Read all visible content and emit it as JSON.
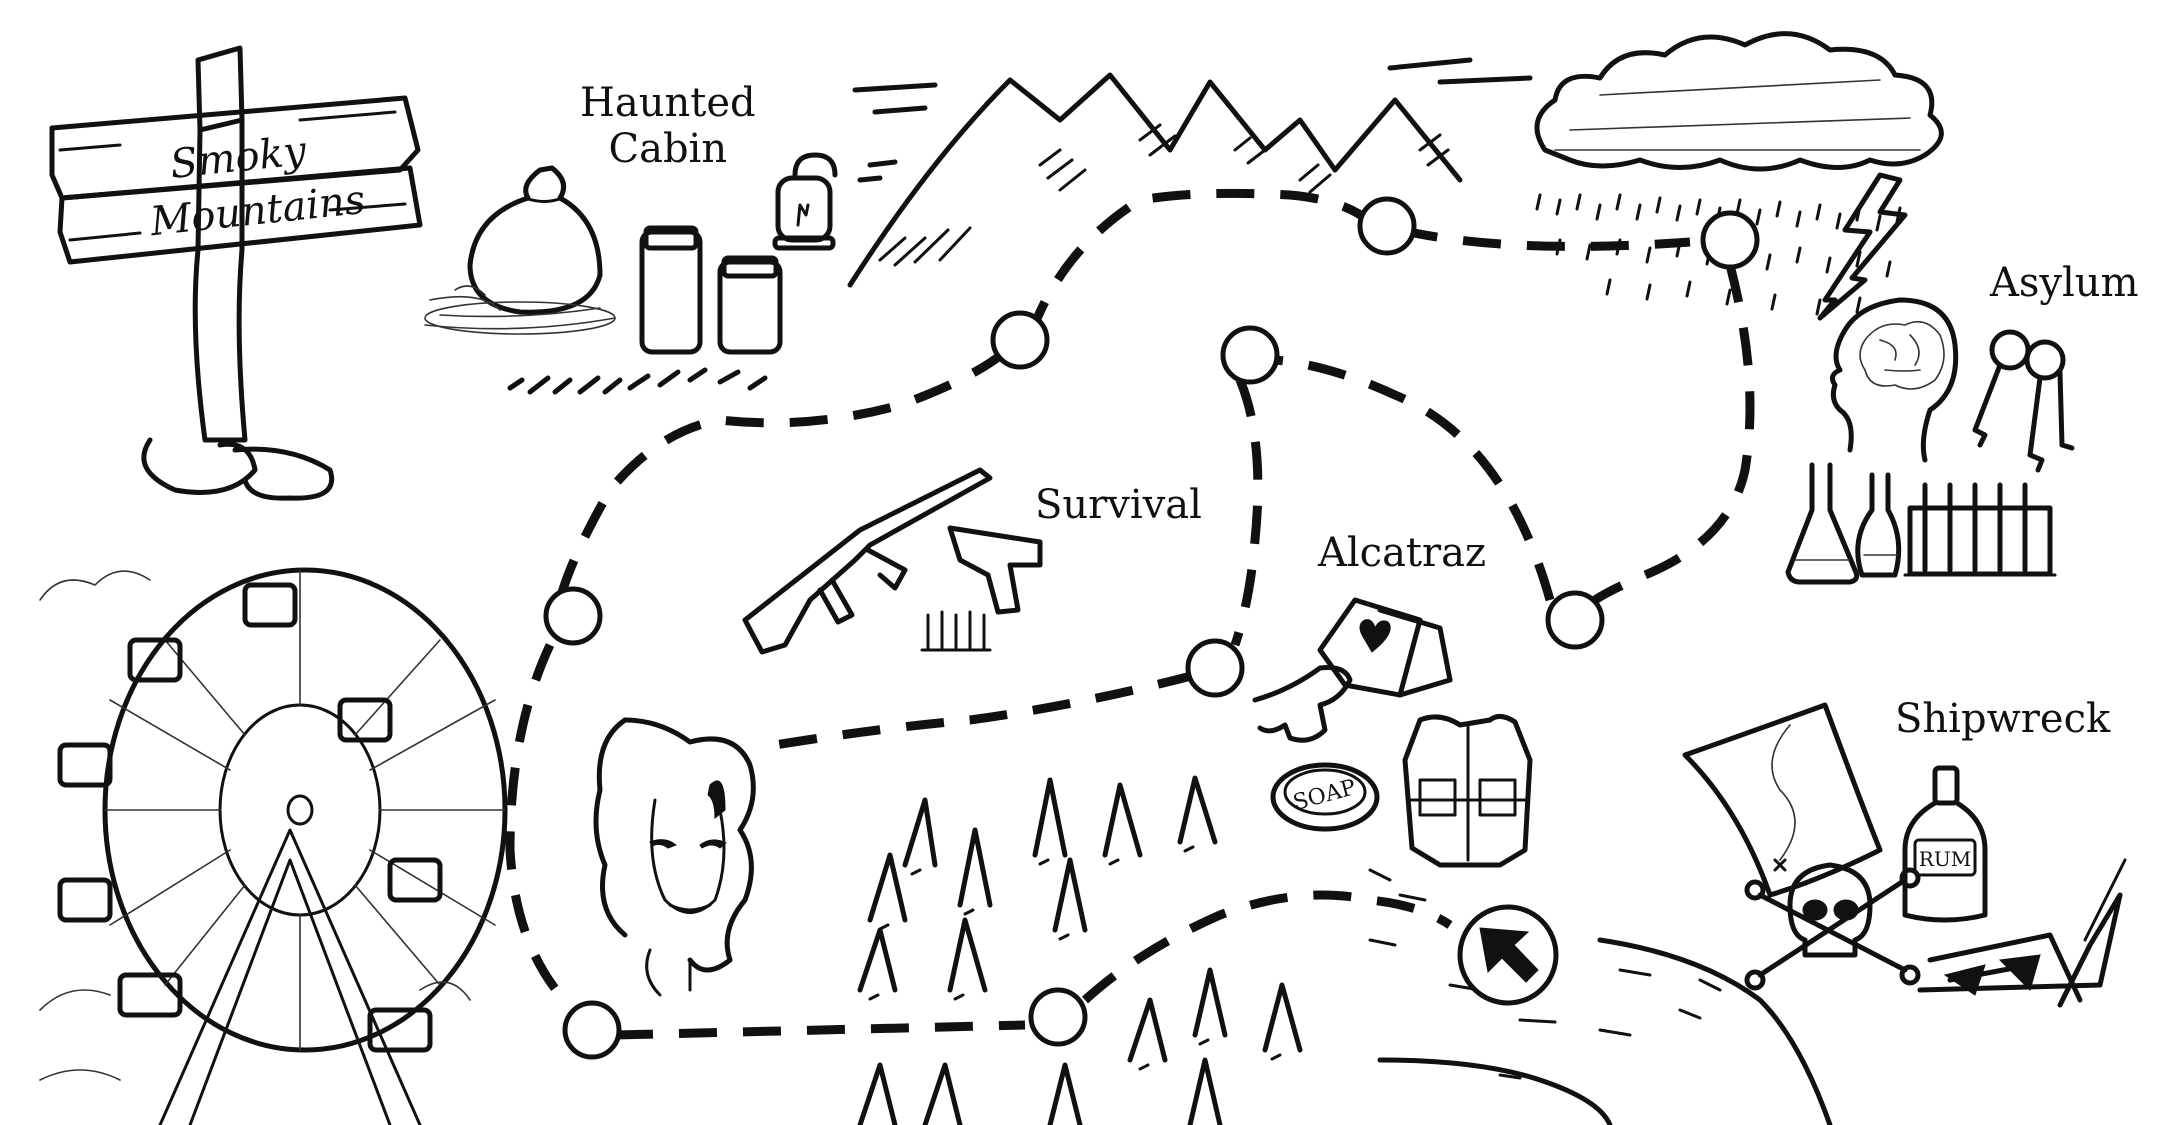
{
  "map": {
    "title_sign": {
      "line1": "Smoky",
      "line2": "Mountains"
    },
    "locations": {
      "haunted_cabin": {
        "line1": "Haunted",
        "line2": "Cabin"
      },
      "survival": "Survival",
      "alcatraz": "Alcatraz",
      "asylum": "Asylum",
      "shipwreck": "Shipwreck"
    },
    "item_labels": {
      "soap": "SOAP",
      "rum": "RUM"
    },
    "icons": [
      "signpost-icon",
      "money-bag-icon",
      "mason-jar-icon",
      "lantern-icon",
      "mountains-icon",
      "storm-cloud-icon",
      "lightning-icon",
      "brain-head-icon",
      "keys-icon",
      "flasks-icon",
      "test-tubes-icon",
      "rifle-icon",
      "pistol-icon",
      "bullets-icon",
      "playing-cards-icon",
      "soap-icon",
      "life-vest-icon",
      "ferris-wheel-icon",
      "woman-portrait-icon",
      "trees-icon",
      "start-arrow-icon",
      "river-icon",
      "treasure-map-icon",
      "skull-crossbones-icon",
      "rum-bottle-icon",
      "sunken-ship-icon"
    ]
  }
}
